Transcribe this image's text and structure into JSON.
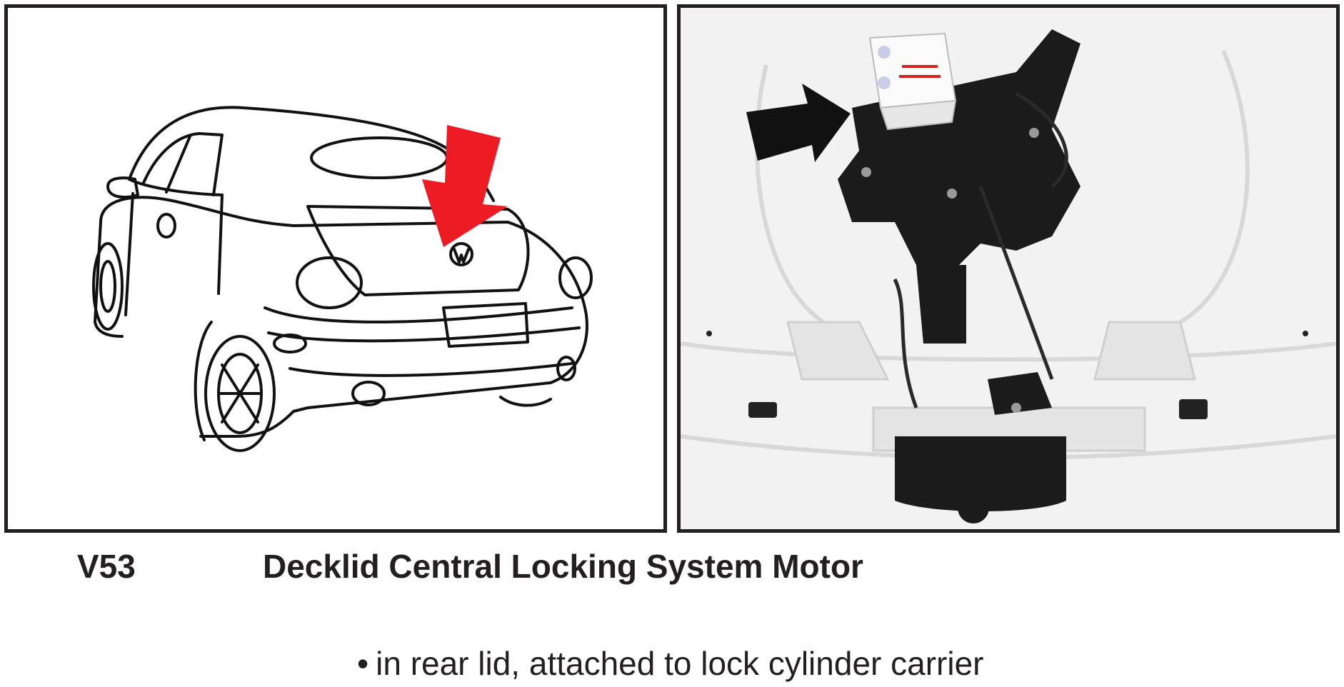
{
  "caption": {
    "code": "V53",
    "title": "Decklid Central Locking System Motor"
  },
  "bullet": {
    "marker": "•",
    "text": "in rear lid, attached to lock cylinder carrier"
  },
  "colors": {
    "frame": "#231f20",
    "pointer_arrow": "#ed1c24",
    "photo_arrow": "#111111"
  }
}
